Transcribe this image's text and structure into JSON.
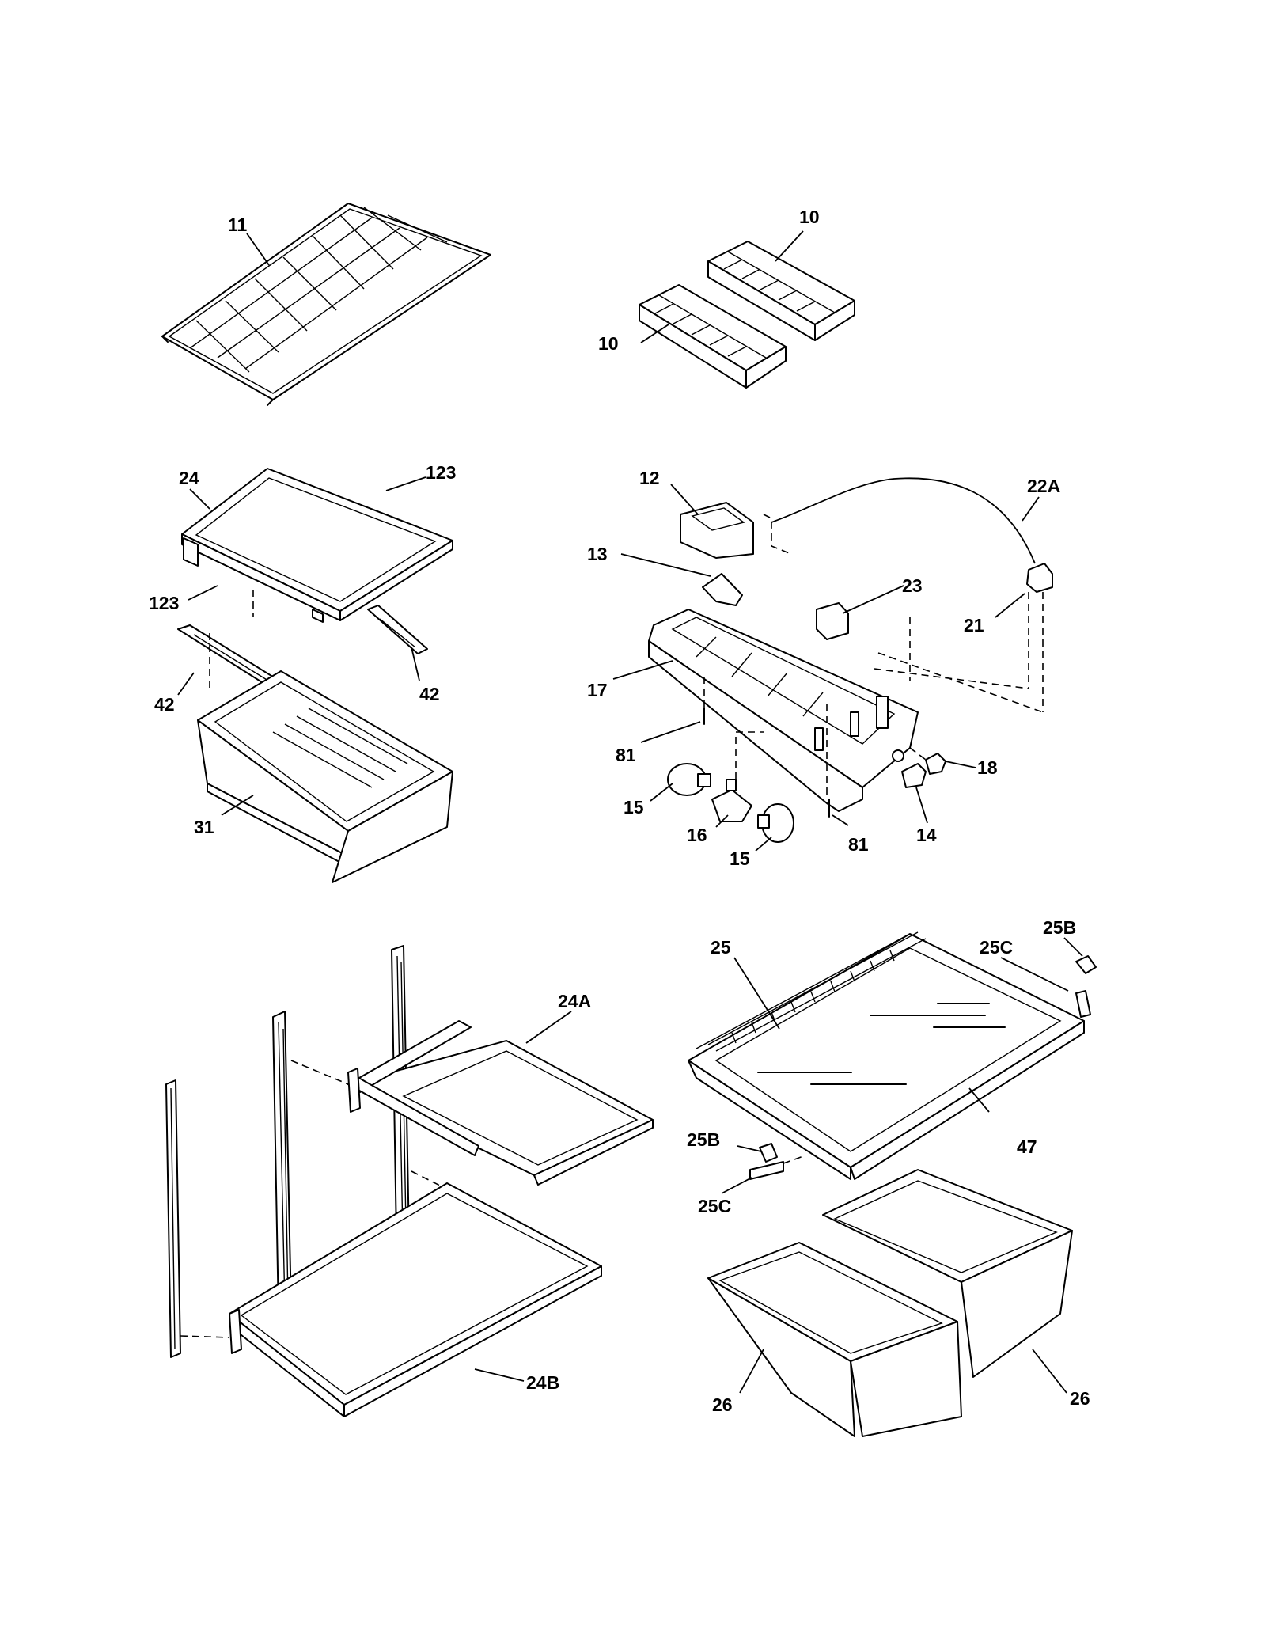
{
  "callouts": {
    "c11": "11",
    "c10a": "10",
    "c10b": "10",
    "c24": "24",
    "c123a": "123",
    "c123b": "123",
    "c42a": "42",
    "c42b": "42",
    "c31": "31",
    "c12": "12",
    "c22A": "22A",
    "c13": "13",
    "c23": "23",
    "c21": "21",
    "c17": "17",
    "c81a": "81",
    "c81b": "81",
    "c18": "18",
    "c15a": "15",
    "c15b": "15",
    "c16": "16",
    "c14": "14",
    "c25": "25",
    "c25Ba": "25B",
    "c25Ca": "25C",
    "c24A": "24A",
    "c47": "47",
    "c25Bb": "25B",
    "c25Cb": "25C",
    "c24B": "24B",
    "c26a": "26",
    "c26b": "26"
  }
}
